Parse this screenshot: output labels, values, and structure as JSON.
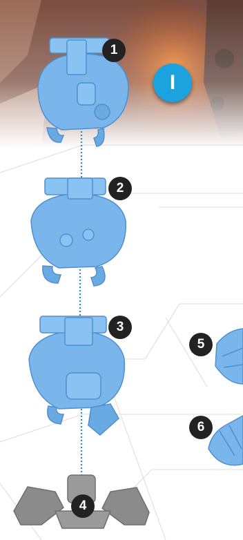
{
  "instructions": {
    "section_label": "I",
    "steps": [
      {
        "number": "1"
      },
      {
        "number": "2"
      },
      {
        "number": "3"
      },
      {
        "number": "4"
      },
      {
        "number": "5"
      },
      {
        "number": "6"
      }
    ]
  },
  "colors": {
    "part_blue": "#7ab6ec",
    "part_blue_dark": "#4d8fd0",
    "base_grey": "#8b8b8b",
    "badge_black": "#222222",
    "badge_blue": "#1ca3df",
    "guide_dotted": "#1a93b8"
  },
  "icons": [
    "torso-part",
    "head-part",
    "leg-part",
    "base-part",
    "arm-part"
  ]
}
